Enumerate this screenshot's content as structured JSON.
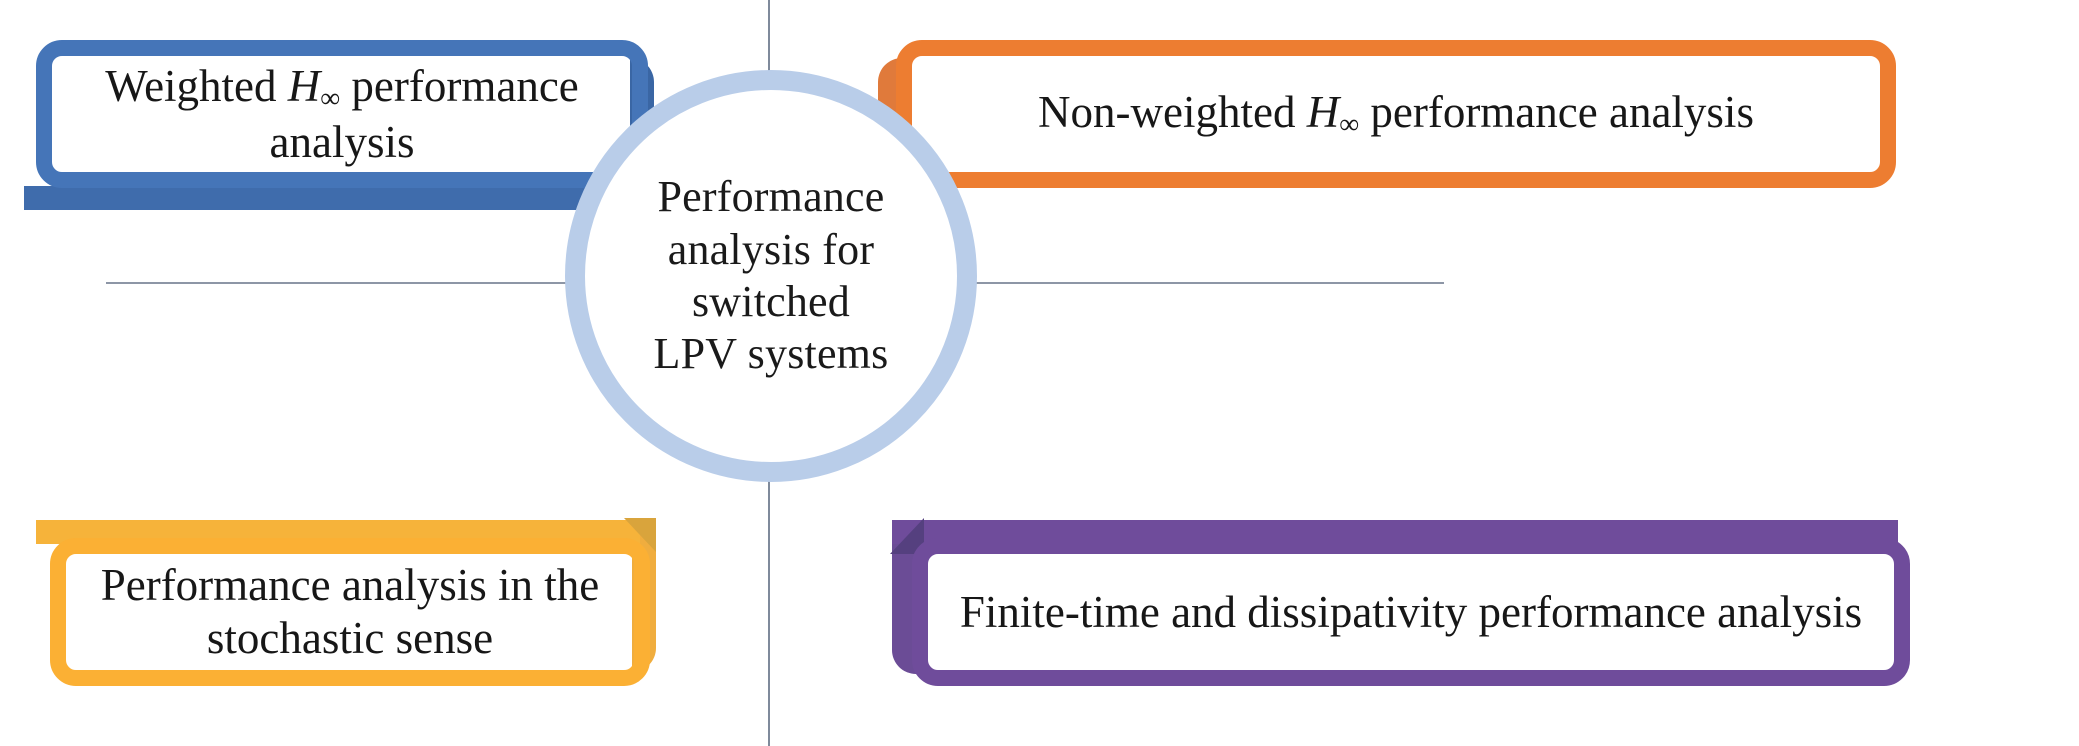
{
  "diagram": {
    "type": "hub-and-spoke",
    "background": "#ffffff",
    "hub": {
      "lines": [
        "Performance",
        "analysis for",
        "switched",
        "LPV systems"
      ],
      "full_text": "Performance analysis for switched LPV systems",
      "ring_color": "#b9cde9"
    },
    "nodes": [
      {
        "id": "weighted-hinf",
        "position": "top-left",
        "color": "#4575b8",
        "shadow_color": "#3a66a4",
        "text_before": "Weighted ",
        "math": "H",
        "math_sub": "∞",
        "text_after": " performance analysis",
        "full_text": "Weighted H∞ performance analysis"
      },
      {
        "id": "non-weighted-hinf",
        "position": "top-right",
        "color": "#ed7d31",
        "shadow_color": "#c0633f",
        "text_before": "Non-weighted ",
        "math": "H",
        "math_sub": "∞",
        "text_after": " performance analysis",
        "full_text": "Non-weighted H∞ performance analysis"
      },
      {
        "id": "stochastic",
        "position": "bottom-left",
        "color": "#fbb034",
        "shadow_color": "#d0a044",
        "text_before": "",
        "math": "",
        "math_sub": "",
        "text_after": "Performance analysis in the stochastic sense",
        "full_text": "Performance analysis in the stochastic sense"
      },
      {
        "id": "finite-time-dissipativity",
        "position": "bottom-right",
        "color": "#6f4c9b",
        "shadow_color": "#5d4690",
        "text_before": "",
        "math": "",
        "math_sub": "",
        "text_after": "Finite-time and dissipativity performance analysis",
        "full_text": "Finite-time and dissipativity performance analysis"
      }
    ],
    "connector_color": "#8d96a6"
  }
}
